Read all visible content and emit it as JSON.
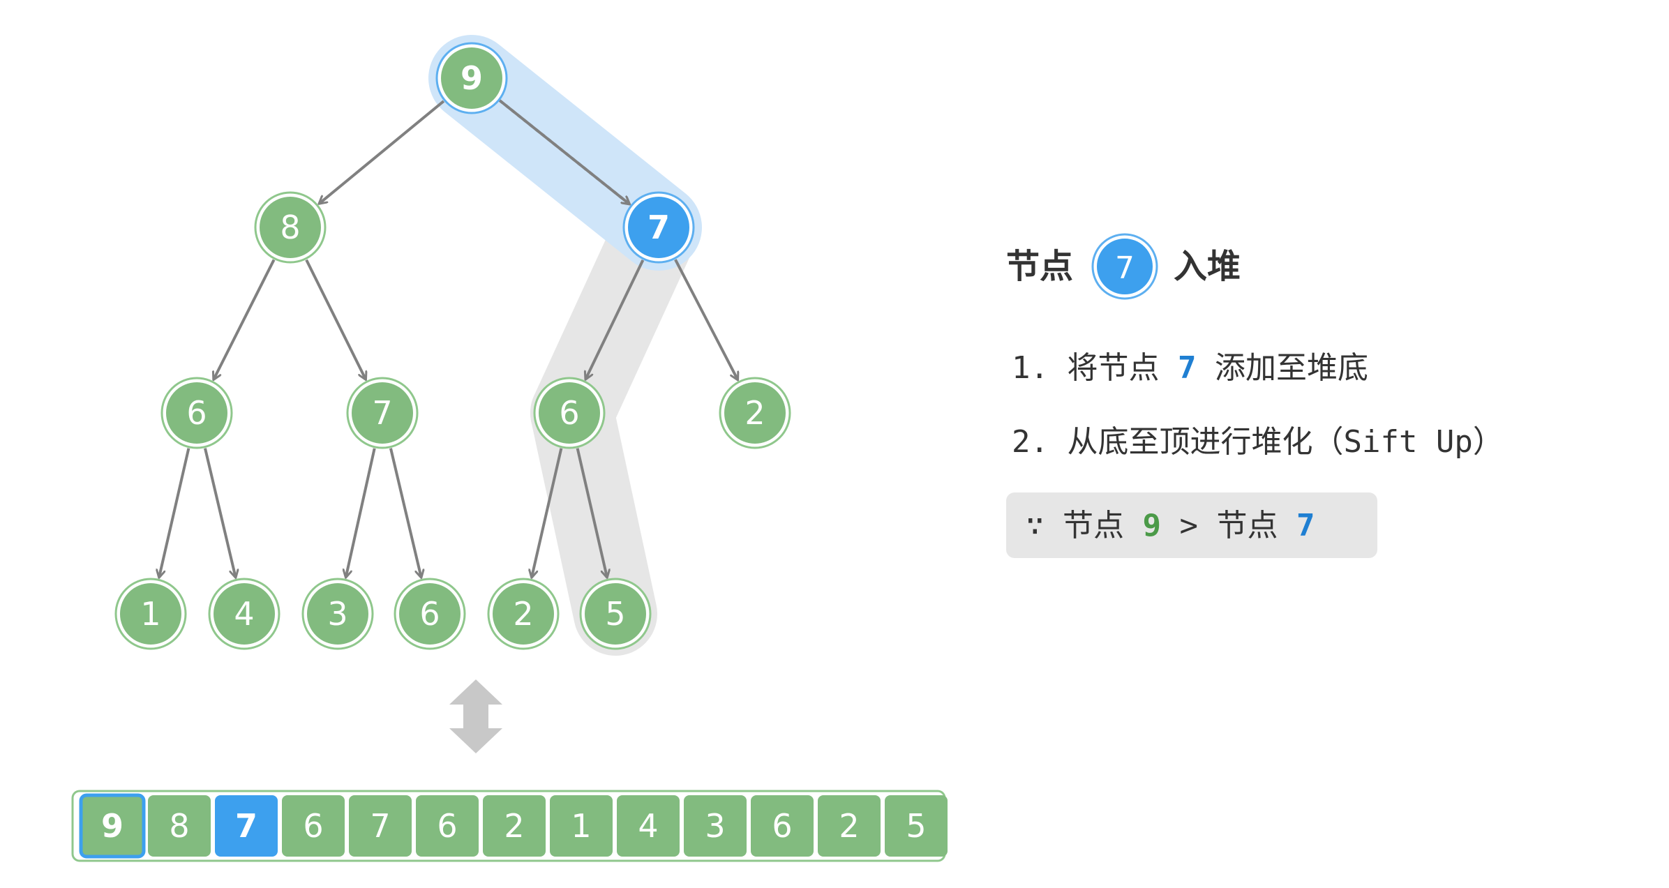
{
  "tree": {
    "nodes": [
      {
        "id": "n0",
        "value": "9",
        "state": "compared"
      },
      {
        "id": "n1",
        "value": "8",
        "state": "normal"
      },
      {
        "id": "n2",
        "value": "7",
        "state": "active"
      },
      {
        "id": "n3",
        "value": "6",
        "state": "normal"
      },
      {
        "id": "n4",
        "value": "7",
        "state": "normal"
      },
      {
        "id": "n5",
        "value": "6",
        "state": "normal"
      },
      {
        "id": "n6",
        "value": "2",
        "state": "normal"
      },
      {
        "id": "n7",
        "value": "1",
        "state": "normal"
      },
      {
        "id": "n8",
        "value": "4",
        "state": "normal"
      },
      {
        "id": "n9",
        "value": "3",
        "state": "normal"
      },
      {
        "id": "n10",
        "value": "6",
        "state": "normal"
      },
      {
        "id": "n11",
        "value": "2",
        "state": "normal"
      },
      {
        "id": "n12",
        "value": "5",
        "state": "normal"
      }
    ]
  },
  "array": {
    "cells": [
      {
        "value": "9",
        "state": "compared"
      },
      {
        "value": "8",
        "state": "normal"
      },
      {
        "value": "7",
        "state": "active"
      },
      {
        "value": "6",
        "state": "normal"
      },
      {
        "value": "7",
        "state": "normal"
      },
      {
        "value": "6",
        "state": "normal"
      },
      {
        "value": "2",
        "state": "normal"
      },
      {
        "value": "1",
        "state": "normal"
      },
      {
        "value": "4",
        "state": "normal"
      },
      {
        "value": "3",
        "state": "normal"
      },
      {
        "value": "6",
        "state": "normal"
      },
      {
        "value": "2",
        "state": "normal"
      },
      {
        "value": "5",
        "state": "normal"
      }
    ]
  },
  "panel": {
    "title_prefix": "节点",
    "title_node": "7",
    "title_suffix": "入堆",
    "step1_prefix": "1. 将节点",
    "step1_value": "7",
    "step1_suffix": "添加至堆底",
    "step2": "2. 从底至顶进行堆化（Sift Up）",
    "compare_because": "∵",
    "compare_left_label": "节点",
    "compare_left_value": "9",
    "compare_op": ">",
    "compare_right_label": "节点",
    "compare_right_value": "7"
  },
  "colors": {
    "node_fill": "#82bb7f",
    "node_ring": "#8fc78c",
    "active_fill": "#3da0ee",
    "active_ring": "#5daff0",
    "highlight_band": "#cfe5f9",
    "highlight_ring": "#b9daf6",
    "path_band": "#e6e6e6",
    "edge": "#808080",
    "green_text": "#4b9a48",
    "blue_text": "#1f7fd2",
    "compare_bg": "#e6e6e6"
  },
  "icons": {
    "swap_arrow": "up-down-arrow-icon"
  }
}
